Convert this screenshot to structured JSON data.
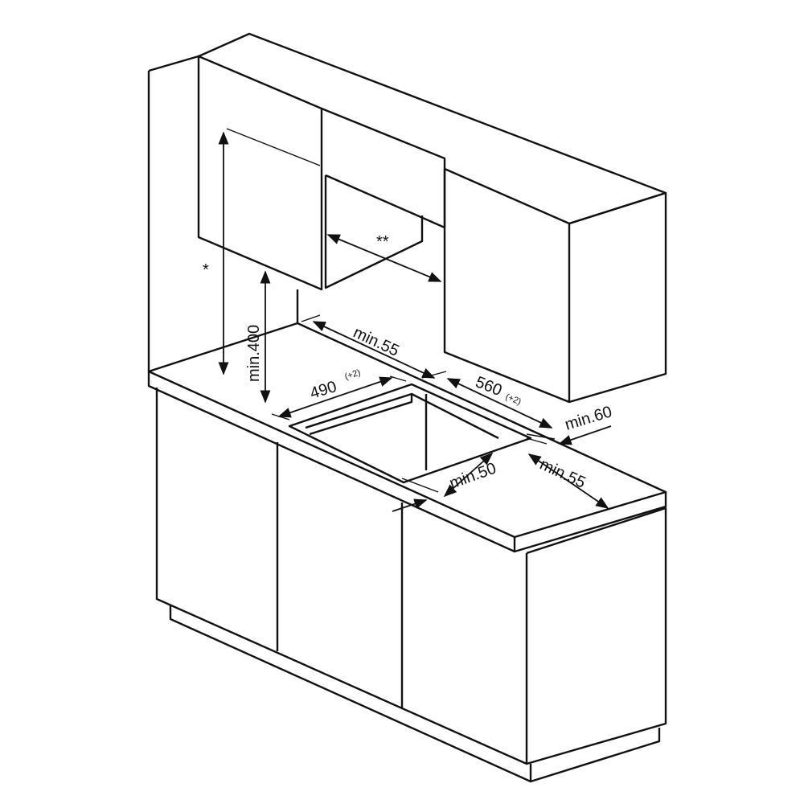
{
  "diagram": {
    "labels": {
      "star": "*",
      "double_star": "**",
      "min400": "min.400",
      "min55_back": "min.55",
      "w490": "490",
      "w490_tol": "(+2)",
      "w560": "560",
      "w560_tol": "(+2)",
      "min60": "min.60",
      "min50": "min.50",
      "min55_side": "min.55"
    }
  }
}
